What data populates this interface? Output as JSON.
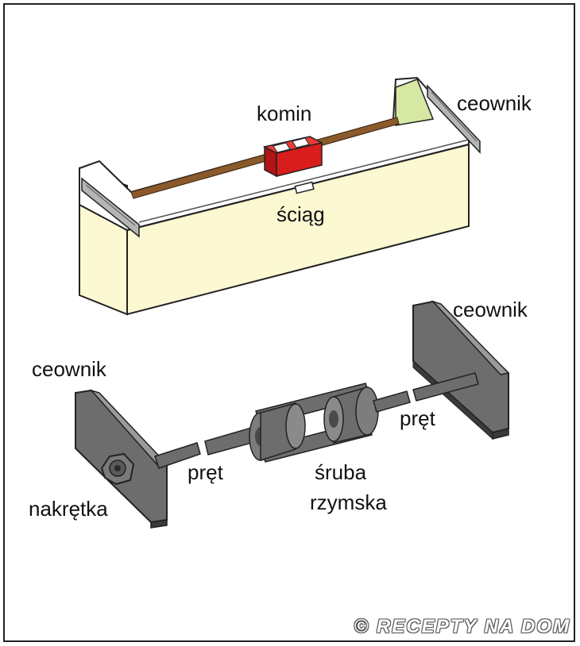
{
  "labels": {
    "komin": "komin",
    "ceownik_top": "ceownik",
    "sciag": "ściąg",
    "ceownik_right": "ceownik",
    "ceownik_left": "ceownik",
    "pret_left": "pręt",
    "pret_right": "pręt",
    "sruba_line1": "śruba",
    "sruba_line2": "rzymska",
    "nakretka": "nakrętka"
  },
  "watermark": "© RECEPTY NA DOM",
  "colors": {
    "wall": "#fbf8d2",
    "wall_top": "#ffffff",
    "green": "#d6e8a4",
    "brown_rod": "#8b5a2b",
    "chimney": "#d91c1c",
    "steel": "#6d6d6d",
    "steel_light": "#9a9a9a",
    "steel_dark": "#3a3a3a",
    "outline": "#222222"
  }
}
